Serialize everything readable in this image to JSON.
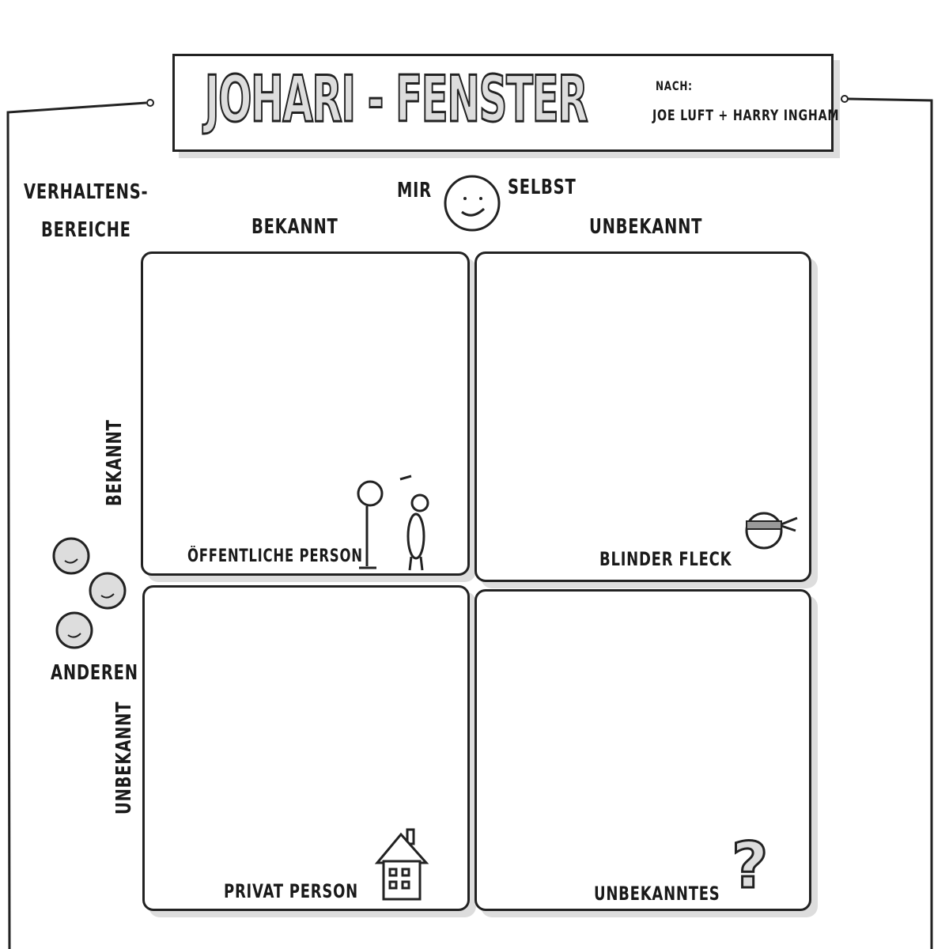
{
  "title": {
    "main": "JOHARI - FENSTER",
    "by_label": "NACH:",
    "authors": "JOE LUFT + HARRY INGHAM"
  },
  "axes": {
    "corner": [
      "VERHALTENS-",
      "BEREICHE"
    ],
    "self": {
      "left": "MIR",
      "right": "SELBST"
    },
    "others": "ANDEREN",
    "col_known": "BEKANNT",
    "col_unknown": "UNBEKANNT",
    "row_known": "BEKANNT",
    "row_unknown": "UNBEKANNT"
  },
  "quadrants": [
    {
      "label": "ÖFFENTLICHE PERSON",
      "icon": "spotlight-person-icon"
    },
    {
      "label": "BLINDER FLECK",
      "icon": "blindfold-face-icon"
    },
    {
      "label": "PRIVAT PERSON",
      "icon": "house-icon"
    },
    {
      "label": "UNBEKANNTES",
      "icon": "question-mark-icon"
    }
  ]
}
